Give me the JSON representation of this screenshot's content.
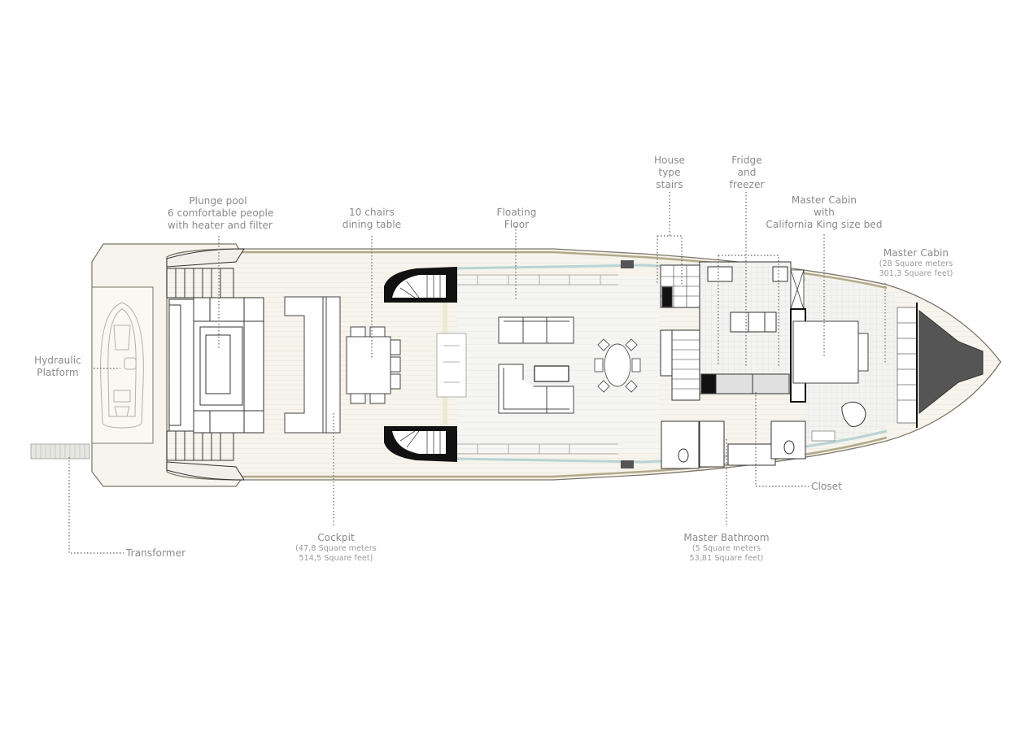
{
  "diagram": {
    "type": "yacht-deck-plan",
    "colors": {
      "background": "#ffffff",
      "deck_fill": "#f6f4ec",
      "hull_line": "#7b7668",
      "hull_trim": "#b3a98a",
      "interior_fill": "#f4f4f2",
      "glass_line": "#b9d3d6",
      "bow_fill": "#555555",
      "label_text": "#8a8a8a",
      "leader_line": "#7a7a7a",
      "stairs_black": "#111111"
    },
    "labels": {
      "plunge_pool": {
        "lines": [
          "Plunge pool",
          "6 comfortable people",
          "with heater and filter"
        ]
      },
      "dining": {
        "lines": [
          "10 chairs",
          "dining table"
        ]
      },
      "floating_floor": {
        "lines": [
          "Floating",
          "Floor"
        ]
      },
      "stairs": {
        "lines": [
          "House",
          "type",
          "stairs"
        ]
      },
      "fridge": {
        "lines": [
          "Fridge",
          "and",
          "freezer"
        ]
      },
      "master_cabin_bed": {
        "lines": [
          "Master Cabin",
          "with",
          "California King size bed"
        ]
      },
      "master_cabin_area": {
        "title": "Master Cabin",
        "sub": [
          "(28 Square meters",
          "301,3 Square feet)"
        ]
      },
      "hydraulic_platform": {
        "lines": [
          "Hydraulic",
          "Platform"
        ]
      },
      "transformer": {
        "text": "Transformer"
      },
      "cockpit": {
        "title": "Cockpit",
        "sub": [
          "(47,8 Square meters",
          "514,5 Square feet)"
        ]
      },
      "closet": {
        "text": "Closet"
      },
      "master_bathroom": {
        "title": "Master Bathroom",
        "sub": [
          "(5 Square meters",
          "53,81 Square feet)"
        ]
      }
    }
  }
}
